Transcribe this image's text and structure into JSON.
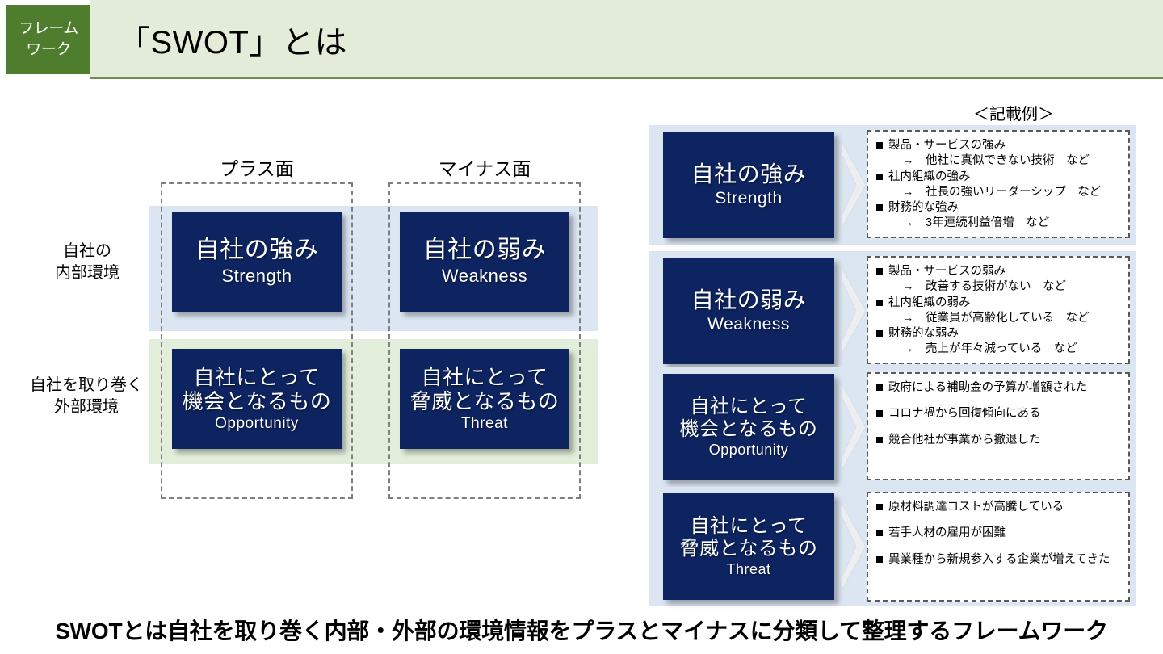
{
  "header": {
    "badge_line1": "フレーム",
    "badge_line2": "ワーク",
    "title": "「SWOT」とは",
    "badge_color": "#4e7d2e",
    "band_color": "#e3ecd9"
  },
  "matrix": {
    "column_headers": [
      "プラス面",
      "マイナス面"
    ],
    "row_labels": [
      {
        "line1": "自社の",
        "line2": "内部環境",
        "band_color": "#dce6f2"
      },
      {
        "line1": "自社を取り巻く",
        "line2": "外部環境",
        "band_color": "#e2eeda"
      }
    ],
    "cells": [
      {
        "jp1": "自社の強み",
        "jp2": "",
        "en": "Strength"
      },
      {
        "jp1": "自社の弱み",
        "jp2": "",
        "en": "Weakness"
      },
      {
        "jp1": "自社にとって",
        "jp2": "機会となるもの",
        "en": "Opportunity"
      },
      {
        "jp1": "自社にとって",
        "jp2": "脅威となるもの",
        "en": "Threat"
      }
    ],
    "tile_color": "#0d2461"
  },
  "examples": {
    "caption": "＜記載例＞",
    "rows": [
      {
        "jp1": "自社の強み",
        "jp2": "",
        "en": "Strength",
        "items": [
          {
            "bullet": "製品・サービスの強み",
            "sub": "→　他社に真似できない技術　など"
          },
          {
            "bullet": "社内組織の強み",
            "sub": "→　社長の強いリーダーシップ　など"
          },
          {
            "bullet": "財務的な強み",
            "sub": "→　3年連続利益倍増　など"
          }
        ]
      },
      {
        "jp1": "自社の弱み",
        "jp2": "",
        "en": "Weakness",
        "items": [
          {
            "bullet": "製品・サービスの弱み",
            "sub": "→　改善する技術がない　など"
          },
          {
            "bullet": "社内組織の弱み",
            "sub": "→　従業員が高齢化している　など"
          },
          {
            "bullet": "財務的な弱み",
            "sub": "→　売上が年々減っている　など"
          }
        ]
      },
      {
        "jp1": "自社にとって",
        "jp2": "機会となるもの",
        "en": "Opportunity",
        "items": [
          {
            "bullet": "政府による補助金の予算が増額された",
            "sub": ""
          },
          {
            "bullet": "コロナ禍から回復傾向にある",
            "sub": ""
          },
          {
            "bullet": "競合他社が事業から撤退した",
            "sub": ""
          }
        ]
      },
      {
        "jp1": "自社にとって",
        "jp2": "脅威となるもの",
        "en": "Threat",
        "items": [
          {
            "bullet": "原材料調達コストが高騰している",
            "sub": ""
          },
          {
            "bullet": "若手人材の雇用が困難",
            "sub": ""
          },
          {
            "bullet": "異業種から新規参入する企業が増えてきた",
            "sub": ""
          }
        ]
      }
    ],
    "row_band_color": "#dce6f2"
  },
  "footer": {
    "summary": "SWOTとは自社を取り巻く内部・外部の環境情報をプラスとマイナスに分類して整理するフレームワーク"
  }
}
